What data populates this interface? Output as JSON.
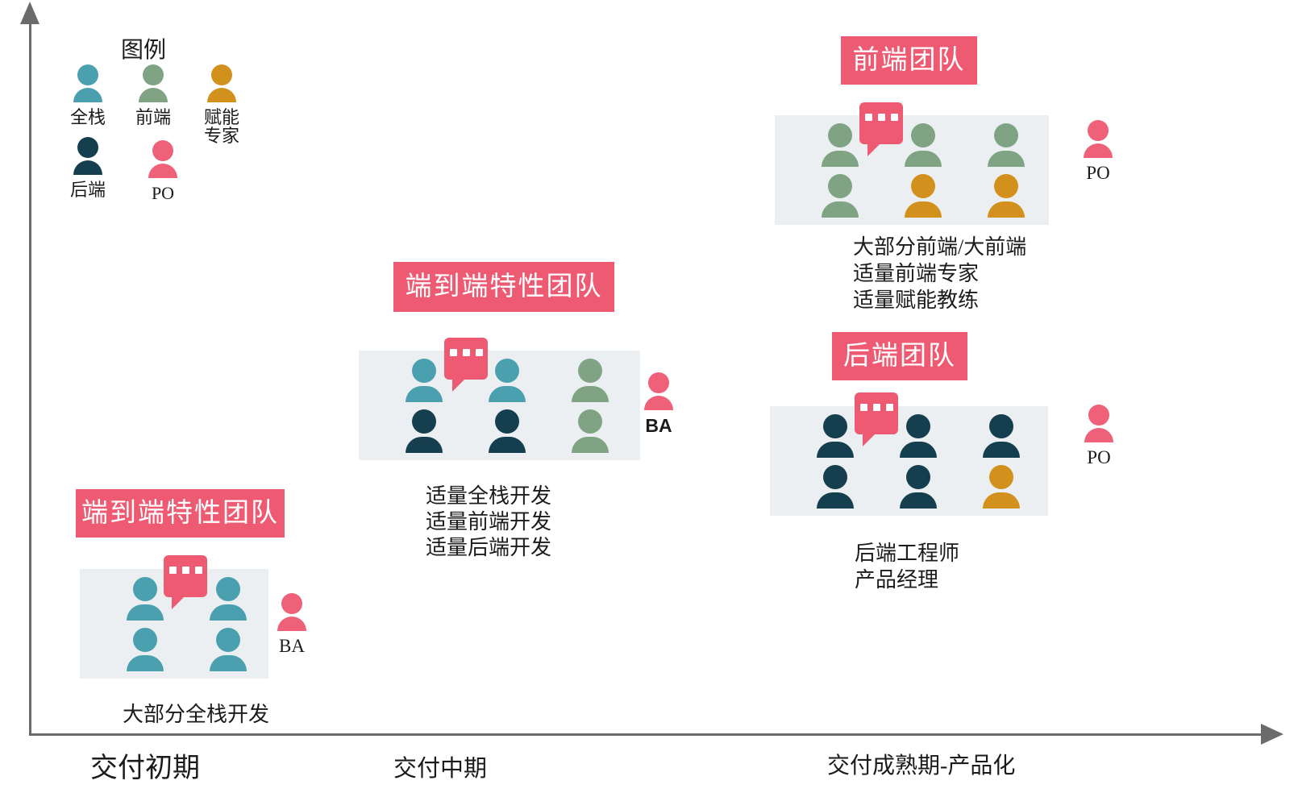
{
  "colors": {
    "fullstack": "#4BA0B0",
    "frontend": "#7FA383",
    "enabler": "#D2901D",
    "backend": "#153F4E",
    "po": "#EF6079",
    "banner": "#ED5A72",
    "boxbg": "#ECEFF1",
    "axis": "#6B6B6B",
    "text": "#1B1B1B"
  },
  "legend": {
    "title": "图例",
    "items": [
      {
        "role": "fullstack",
        "label": "全栈"
      },
      {
        "role": "frontend",
        "label": "前端"
      },
      {
        "role": "enabler",
        "label_lines": [
          "赋能",
          "专家"
        ]
      },
      {
        "role": "backend",
        "label": "后端"
      },
      {
        "role": "po",
        "label": "PO"
      }
    ]
  },
  "axis": {
    "x_labels": [
      "交付初期",
      "交付中期",
      "交付成熟期-产品化"
    ]
  },
  "teams": [
    {
      "banner": "端到端特性团队",
      "rows": [
        [
          "fullstack",
          "fullstack"
        ],
        [
          "fullstack",
          "fullstack"
        ]
      ],
      "side_role": "po",
      "side_label": "BA",
      "caption_lines": [
        "大部分全栈开发"
      ]
    },
    {
      "banner": "端到端特性团队",
      "rows": [
        [
          "fullstack",
          "fullstack",
          "frontend"
        ],
        [
          "backend",
          "backend",
          "frontend"
        ]
      ],
      "side_role": "po",
      "side_label": "BA",
      "caption_lines": [
        "适量全栈开发",
        "适量前端开发",
        "适量后端开发"
      ]
    },
    {
      "banner": "前端团队",
      "rows": [
        [
          "frontend",
          "frontend",
          "frontend"
        ],
        [
          "frontend",
          "enabler",
          "enabler"
        ]
      ],
      "side_role": "po",
      "side_label": "PO",
      "caption_lines": [
        "大部分前端/大前端",
        "适量前端专家",
        "适量赋能教练"
      ]
    },
    {
      "banner": "后端团队",
      "rows": [
        [
          "backend",
          "backend",
          "backend"
        ],
        [
          "backend",
          "backend",
          "enabler"
        ]
      ],
      "side_role": "po",
      "side_label": "PO",
      "caption_lines": [
        "后端工程师",
        "产品经理"
      ]
    }
  ]
}
